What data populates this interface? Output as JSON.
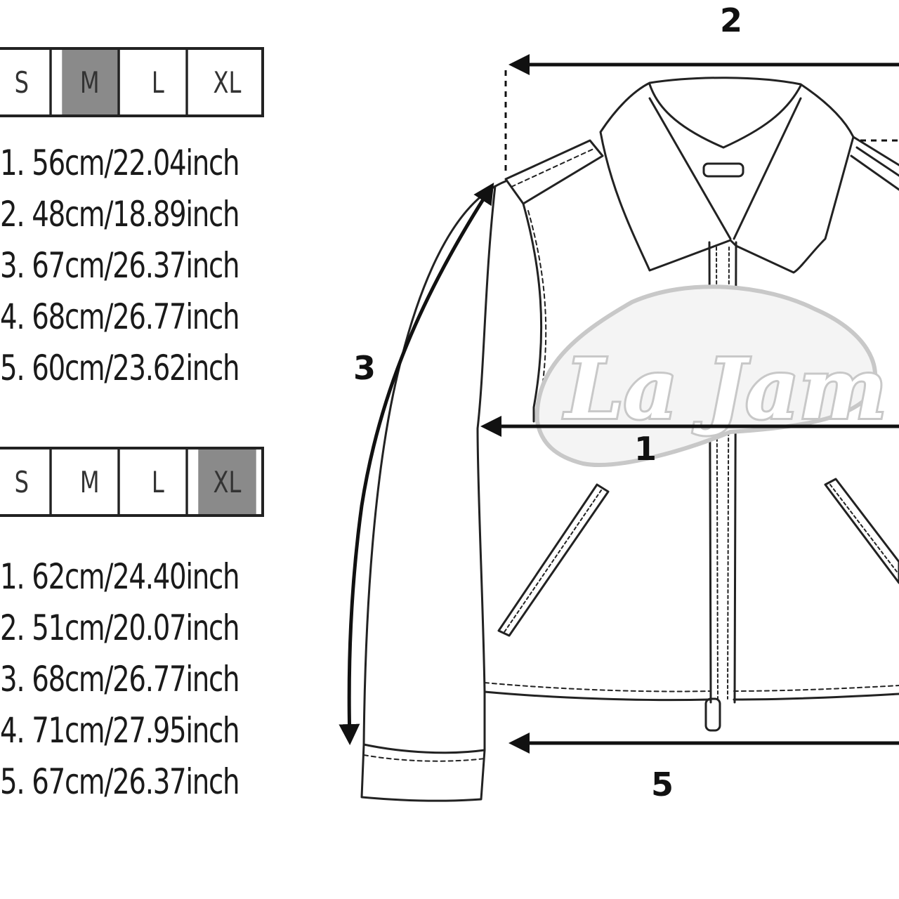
{
  "size_chart_1": {
    "sizes": [
      "S",
      "M",
      "L",
      "XL"
    ],
    "selected": "M",
    "measurements": [
      "1. 56cm/22.04inch",
      "2. 48cm/18.89inch",
      "3. 67cm/26.37inch",
      "4. 68cm/26.77inch",
      "5. 60cm/23.62inch"
    ]
  },
  "size_chart_2": {
    "sizes": [
      "S",
      "M",
      "L",
      "XL"
    ],
    "selected": "XL",
    "measurements": [
      "1. 62cm/24.40inch",
      "2. 51cm/20.07inch",
      "3. 68cm/26.77inch",
      "4. 71cm/27.95inch",
      "5. 67cm/26.37inch"
    ]
  },
  "diagram": {
    "labels": {
      "chest": "1",
      "shoulder": "2",
      "sleeve": "3",
      "hem": "5"
    },
    "brand_logo_text": "La Jam"
  },
  "colors": {
    "selected_cell": "#8a8a8a",
    "line": "#1a1a1a",
    "logo_outline": "#c8c8c8"
  }
}
